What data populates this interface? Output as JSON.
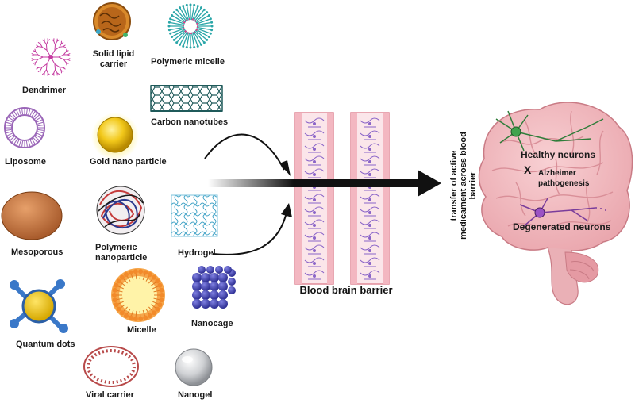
{
  "carriers": {
    "solid_lipid_carrier": "Solid lipid\ncarrier",
    "polymeric_micelle": "Polymeric micelle",
    "dendrimer": "Dendrimer",
    "carbon_nanotubes": "Carbon nanotubes",
    "liposome": "Liposome",
    "gold_nano_particle": "Gold nano particle",
    "mesoporous": "Mesoporous",
    "polymeric_nanoparticle": "Polymeric\nnanoparticle",
    "hydrogel": "Hydrogel",
    "micelle": "Micelle",
    "nanocage": "Nanocage",
    "quantum_dots": "Quantum dots",
    "viral_carrier": "Viral carrier",
    "nanogel": "Nanogel"
  },
  "barrier": {
    "label": "Blood brain barrier"
  },
  "transfer": {
    "label": "transfer of active medicament across blood barrier"
  },
  "brain": {
    "healthy": "Healthy neurons",
    "x_mark": "X",
    "alzheimer": "Alzheimer\npathogenesis",
    "degenerated": "Degenerated neurons"
  },
  "colors": {
    "barrier_fill": "#f6d3d8",
    "barrier_stroke": "#e08a98",
    "brain_fill": "#f4bfc4",
    "brain_fold": "#d98f98",
    "healthy_neuron": "#2f7d3a",
    "degenerated_neuron": "#7a3d9b",
    "arrow": "#111111"
  }
}
